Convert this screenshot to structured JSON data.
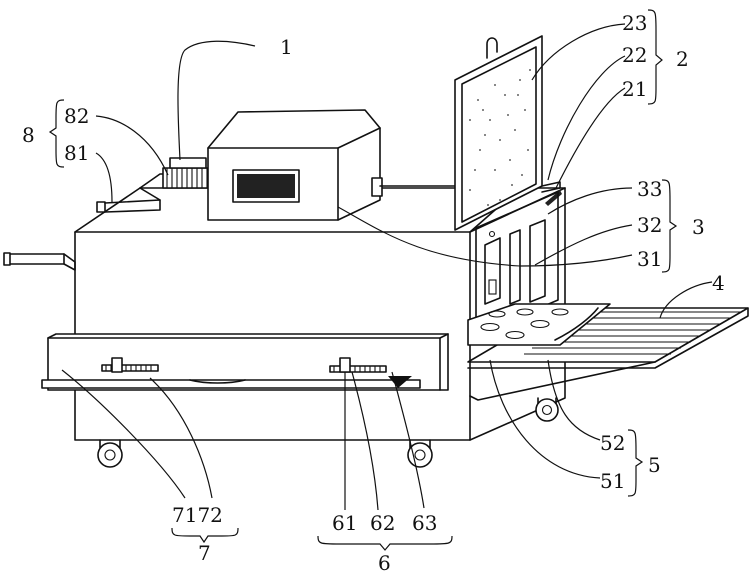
{
  "labels": {
    "l1": "1",
    "l8": "8",
    "l82": "82",
    "l81": "81",
    "l23": "23",
    "l22": "22",
    "l2": "2",
    "l21": "21",
    "l33": "33",
    "l32": "32",
    "l3": "3",
    "l31": "31",
    "l4": "4",
    "l52": "52",
    "l5": "5",
    "l51": "51",
    "l7172": "7172",
    "l7": "7",
    "l61": "61",
    "l62": "62",
    "l63": "63",
    "l6": "6"
  }
}
